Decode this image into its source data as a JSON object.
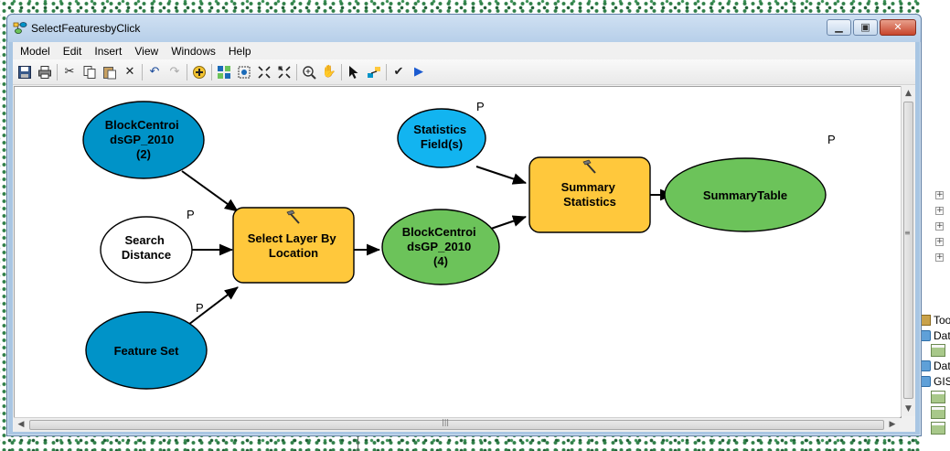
{
  "window": {
    "title": "SelectFeaturesbyClick"
  },
  "menu": [
    "Model",
    "Edit",
    "Insert",
    "View",
    "Windows",
    "Help"
  ],
  "toolbar_icons": [
    "save-icon",
    "print-icon",
    "cut-icon",
    "copy-icon",
    "paste-icon",
    "delete-icon",
    "undo-icon",
    "redo-icon",
    "add-data-icon",
    "auto-layout-icon",
    "full-extent-icon",
    "zoom-in-fixed-icon",
    "zoom-out-fixed-icon",
    "zoom-in-icon",
    "pan-icon",
    "select-icon",
    "connect-icon",
    "validate-icon",
    "run-icon"
  ],
  "model": {
    "nodes": {
      "block_centroids_2": "BlockCentroi\ndsGP_2010\n(2)",
      "search_distance": "Search\nDistance",
      "feature_set": "Feature Set",
      "select_layer": "Select Layer By\nLocation",
      "block_centroids_4": "BlockCentroi\ndsGP_2010\n(4)",
      "statistics_fields": "Statistics\nField(s)",
      "summary_statistics": "Summary\nStatistics",
      "summary_table": "SummaryTable"
    },
    "param_marker": "P"
  },
  "colors": {
    "input_data": "#0093c8",
    "input_value": "#ffffff",
    "tool": "#ffc83c",
    "derived_data": "#6cc35a",
    "variable_field": "#12b4f0"
  },
  "side_toc": {
    "items": [
      "Too",
      "Dat",
      "Dat",
      "GIS"
    ]
  }
}
